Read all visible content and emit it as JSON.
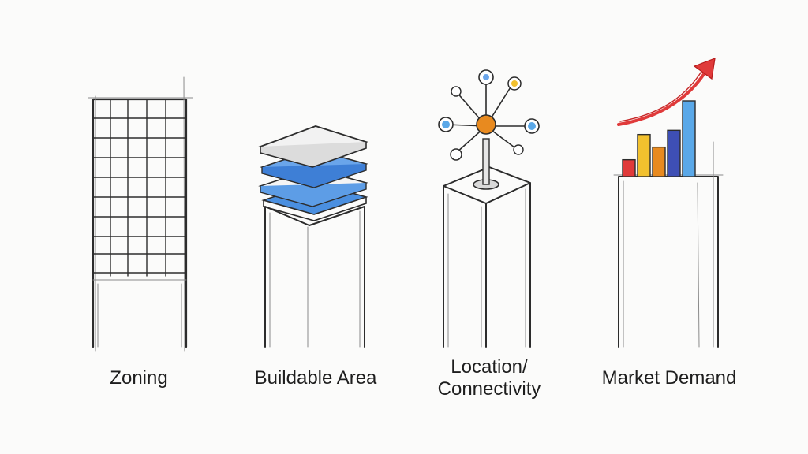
{
  "pillars": [
    {
      "key": "zoning",
      "label": "Zoning"
    },
    {
      "key": "buildable",
      "label": "Buildable Area"
    },
    {
      "key": "location",
      "label_line1": "Location/",
      "label_line2": "Connectivity"
    },
    {
      "key": "market",
      "label": "Market Demand"
    }
  ],
  "colors": {
    "ink": "#2c2c2c",
    "blue": "#4a8fe0",
    "orange": "#e88a1f",
    "yellow": "#f2c12e",
    "red": "#e03a3a",
    "indigo": "#3e4fb5",
    "sky": "#5aa8e8"
  },
  "chart_data": {
    "type": "bar",
    "categories": [
      "",
      "",
      "",
      "",
      ""
    ],
    "values": [
      2,
      5,
      3.5,
      5.5,
      9
    ],
    "trend": "up"
  }
}
